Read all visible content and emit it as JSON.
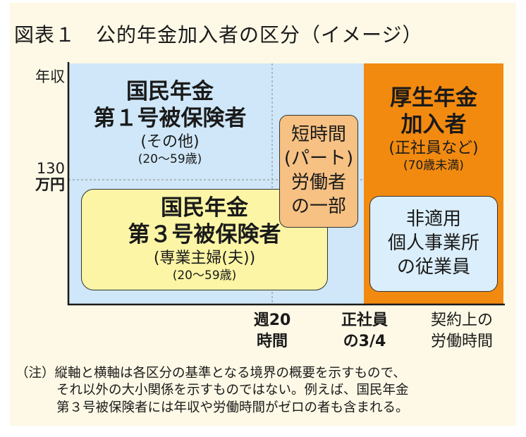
{
  "title": "図表１　公的年金加入者の区分（イメージ）",
  "axes": {
    "y_label": "年収",
    "y_threshold_line1": "130",
    "y_threshold_line2": "万円",
    "x_threshold1_line1": "週20",
    "x_threshold1_line2": "時間",
    "x_threshold2_line1": "正社員",
    "x_threshold2_line2": "の3/4",
    "x_label_line1": "契約上の",
    "x_label_line2": "労働時間"
  },
  "categories": {
    "kokumin1": {
      "line1": "国民年金",
      "line2": "第１号被保険者",
      "sub": "(その他)",
      "age": "(20～59歳)"
    },
    "kokumin3": {
      "line1": "国民年金",
      "line2": "第３号被保険者",
      "sub": "(専業主婦(夫))",
      "age": "(20～59歳)"
    },
    "part": {
      "line1": "短時間",
      "line2": "(パート)",
      "line3": "労働者",
      "line4": "の一部"
    },
    "kosei": {
      "line1": "厚生年金",
      "line2": "加入者",
      "sub": "(正社員など)",
      "age": "(70歳未満)"
    },
    "non_applicable": {
      "line1": "非適用",
      "line2": "個人事業所",
      "line3": "の従業員"
    }
  },
  "note": {
    "line1": "（注）縦軸と横軸は各区分の基準となる境界の概要を示すもので、",
    "line2": "それ以外の大小関係を示すものではない。例えば、国民年金",
    "line3": "第３号被保険者には年収や労働時間がゼロの者も含まれる。"
  },
  "colors": {
    "panel_background": "#fdf9e6",
    "light_blue": "#cfe7f8",
    "yellow": "#fbf5a5",
    "orange": "#f28a10",
    "peach": "#f7c183",
    "ice_blue": "#daeefb"
  }
}
